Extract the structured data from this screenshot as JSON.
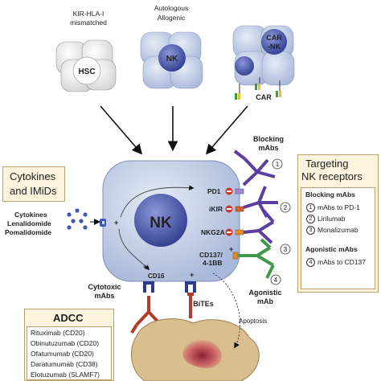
{
  "top": {
    "hsc_caption_line1": "KIR-HLA-I",
    "hsc_caption_line2": "mismatched",
    "hsc_label": "HSC",
    "nk_caption_line1": "Autologous",
    "nk_caption_line2": "Allogenic",
    "nk_label": "NK",
    "car_nk_label_line1": "CAR",
    "car_nk_label_line2": "-NK",
    "car_label": "CAR"
  },
  "center": {
    "nk_label": "NK",
    "pd1": "PD1",
    "ikir": "iKIR",
    "nkg2a": "NKG2A",
    "cd137_line1": "CD137/",
    "cd137_line2": "4-1BB",
    "cd16": "CD16",
    "plus": "+",
    "minus": "−"
  },
  "left": {
    "box_title_line1": "Cytokines",
    "box_title_line2": "and IMiDs",
    "drugs": [
      "Cytokines",
      "Lenalidomide",
      "Pomalidomide"
    ]
  },
  "antibodies": {
    "blocking_label_line1": "Blocking",
    "blocking_label_line2": "mAbs",
    "agonistic_label_line1": "Agonistic",
    "agonistic_label_line2": "mAb",
    "numbers": [
      "1",
      "2",
      "3",
      "4"
    ],
    "cytotoxic_line1": "Cytotoxic",
    "cytotoxic_line2": "mAbs",
    "bites": "BiTEs",
    "apoptosis": "Apoptosis"
  },
  "targeting_box": {
    "title_line1": "Targeting",
    "title_line2": "NK receptors",
    "blocking_heading": "Blocking mAbs",
    "blocking_items": [
      {
        "num": "1",
        "text": "mAbs to PD-1"
      },
      {
        "num": "2",
        "text": "Lirilumab"
      },
      {
        "num": "3",
        "text": "Monalizumab"
      }
    ],
    "agonistic_heading": "Agonistic mAbs",
    "agonistic_items": [
      {
        "num": "4",
        "text": "mAbs to CD137"
      }
    ]
  },
  "adcc_box": {
    "title": "ADCC",
    "items": [
      "Rituximab (CD20)",
      "Obinutuzumab (CD20)",
      "Ofatumumab (CD20)",
      "Daratumumab (CD38)",
      "Elotuzumab (SLAMF7)"
    ]
  },
  "colors": {
    "cell_fill": "#c9d5ea",
    "nucleus": "#4a5bb0",
    "box_fill": "#fbf3dc",
    "blocking_mab": "#5a3fa0",
    "agonistic_mab": "#3e9a4a",
    "cytotoxic_mab": "#b43a2a",
    "tumor": "#d9bf8f"
  }
}
